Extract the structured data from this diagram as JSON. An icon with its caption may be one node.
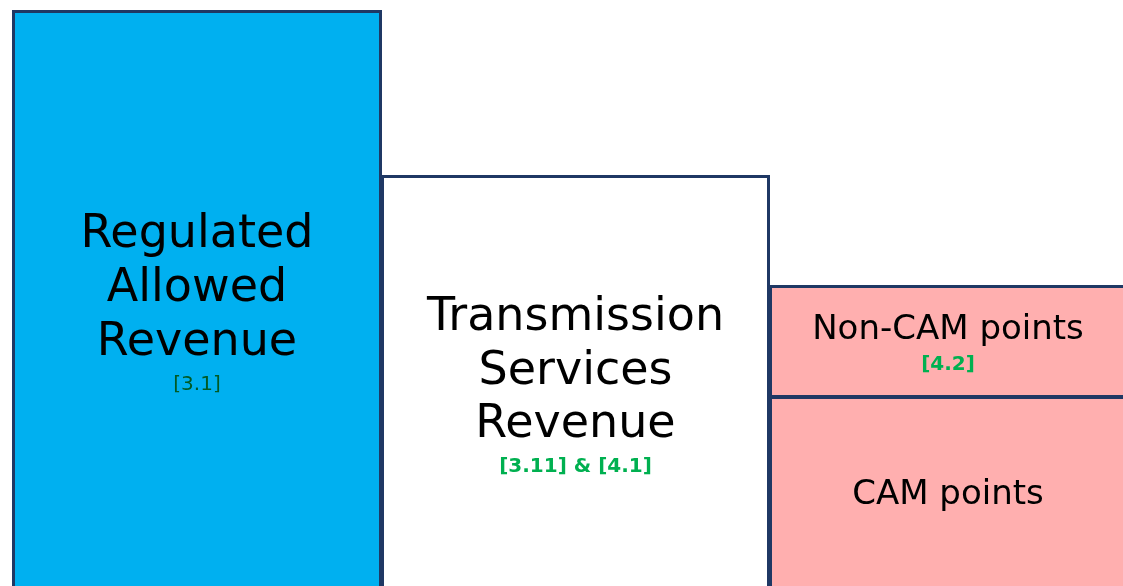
{
  "diagram": {
    "nodes": [
      {
        "text": [
          "Regulated Allowed Revenue",
          "[3.1]"
        ]
      },
      {
        "text": [
          "Transmission Services Revenue",
          "[3.11] & [4.1]"
        ]
      },
      {
        "text": [
          "Non-CAM points",
          "[4.2]"
        ]
      },
      {
        "text": [
          "CAM points"
        ]
      }
    ]
  }
}
